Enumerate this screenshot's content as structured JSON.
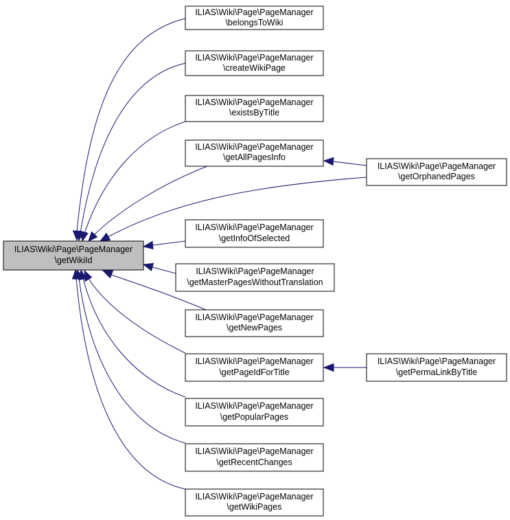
{
  "colors": {
    "edge": "#191970",
    "node_fill": "#ffffff",
    "focus_fill": "#bfbfbf",
    "node_border": "#000000",
    "background": "#ffffff"
  },
  "nodes": {
    "getWikiId": {
      "line1": "ILIAS\\Wiki\\Page\\PageManager",
      "line2": "\\getWikiId"
    },
    "belongsToWiki": {
      "line1": "ILIAS\\Wiki\\Page\\PageManager",
      "line2": "\\belongsToWiki"
    },
    "createWikiPage": {
      "line1": "ILIAS\\Wiki\\Page\\PageManager",
      "line2": "\\createWikiPage"
    },
    "existsByTitle": {
      "line1": "ILIAS\\Wiki\\Page\\PageManager",
      "line2": "\\existsByTitle"
    },
    "getAllPagesInfo": {
      "line1": "ILIAS\\Wiki\\Page\\PageManager",
      "line2": "\\getAllPagesInfo"
    },
    "getOrphanedPages": {
      "line1": "ILIAS\\Wiki\\Page\\PageManager",
      "line2": "\\getOrphanedPages"
    },
    "getInfoOfSelected": {
      "line1": "ILIAS\\Wiki\\Page\\PageManager",
      "line2": "\\getInfoOfSelected"
    },
    "getMasterPagesWithoutTranslation": {
      "line1": "ILIAS\\Wiki\\Page\\PageManager",
      "line2": "\\getMasterPagesWithoutTranslation"
    },
    "getNewPages": {
      "line1": "ILIAS\\Wiki\\Page\\PageManager",
      "line2": "\\getNewPages"
    },
    "getPageIdForTitle": {
      "line1": "ILIAS\\Wiki\\Page\\PageManager",
      "line2": "\\getPageIdForTitle"
    },
    "getPermaLinkByTitle": {
      "line1": "ILIAS\\Wiki\\Page\\PageManager",
      "line2": "\\getPermaLinkByTitle"
    },
    "getPopularPages": {
      "line1": "ILIAS\\Wiki\\Page\\PageManager",
      "line2": "\\getPopularPages"
    },
    "getRecentChanges": {
      "line1": "ILIAS\\Wiki\\Page\\PageManager",
      "line2": "\\getRecentChanges"
    },
    "getWikiPages": {
      "line1": "ILIAS\\Wiki\\Page\\PageManager",
      "line2": "\\getWikiPages"
    }
  }
}
